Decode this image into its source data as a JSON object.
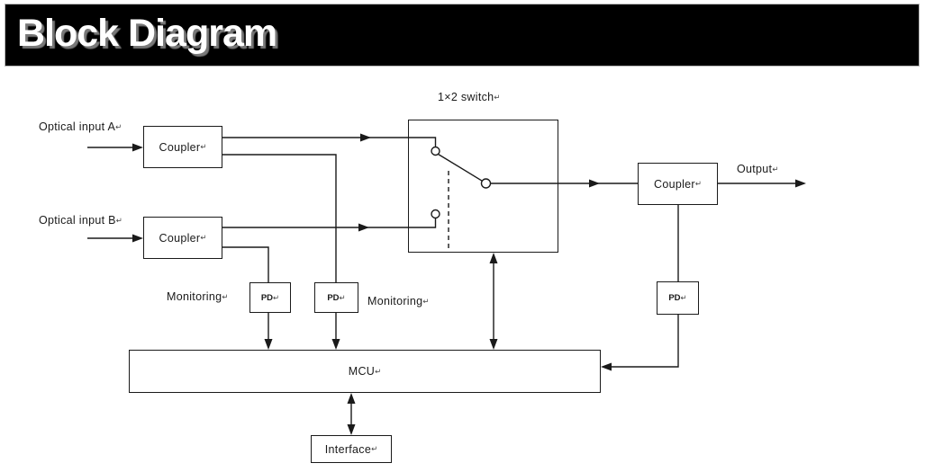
{
  "header": {
    "title": "Block Diagram"
  },
  "marks": {
    "ret": "↵"
  },
  "labels": {
    "switch_title": "1×2 switch",
    "optical_input_a": "Optical input A",
    "optical_input_b": "Optical input B",
    "monitoring_left": "Monitoring",
    "monitoring_right": "Monitoring",
    "output": "Output"
  },
  "boxes": {
    "coupler_a": "Coupler",
    "coupler_b": "Coupler",
    "coupler_out": "Coupler",
    "pd_left": "PD",
    "pd_mid": "PD",
    "pd_out": "PD",
    "mcu": "MCU",
    "interface": "Interface"
  },
  "colors": {
    "line": "#1a1a1a",
    "header_bg": "#000000",
    "title_text": "#ffffff"
  }
}
